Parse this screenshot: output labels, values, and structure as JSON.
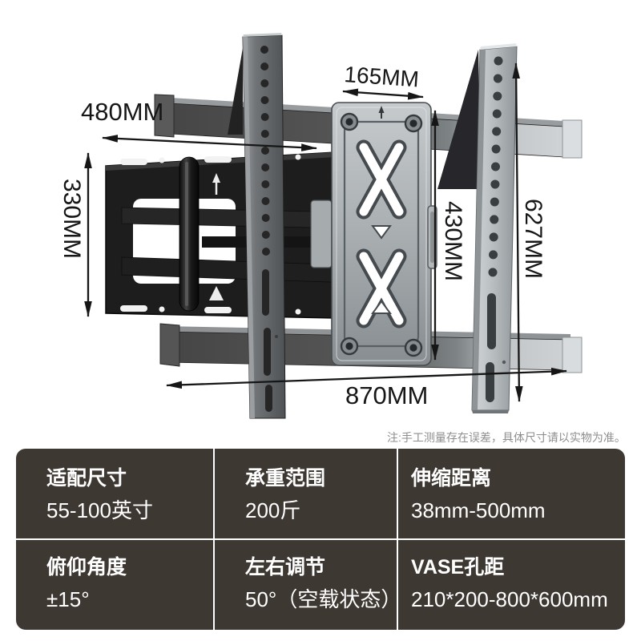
{
  "illustration": {
    "dimensions": {
      "width_wallplate": "480MM",
      "width_small": "165MM",
      "height_wallplate": "330MM",
      "height_vesa_plate": "430MM",
      "height_rail": "627MM",
      "width_total": "870MM"
    },
    "note": "注:手工测量存在误差，具体尺寸请以实物为准。",
    "dimension_text_color": "#161616",
    "note_color": "#8E8E8E"
  },
  "spec_table": {
    "background": "#3E3833",
    "divider_color": "#FFFFFF",
    "text_color": "#FFFFFF",
    "rows": [
      [
        {
          "label": "适配尺寸",
          "value": "55-100英寸"
        },
        {
          "label": "承重范围",
          "value": "200斤"
        },
        {
          "label": "伸缩距离",
          "value": "38mm-500mm"
        }
      ],
      [
        {
          "label": "俯仰角度",
          "value": "±15°"
        },
        {
          "label": "左右调节",
          "value": "50°（空载状态）"
        },
        {
          "label": "VASE孔距",
          "value": "210*200-800*600mm"
        }
      ]
    ]
  }
}
